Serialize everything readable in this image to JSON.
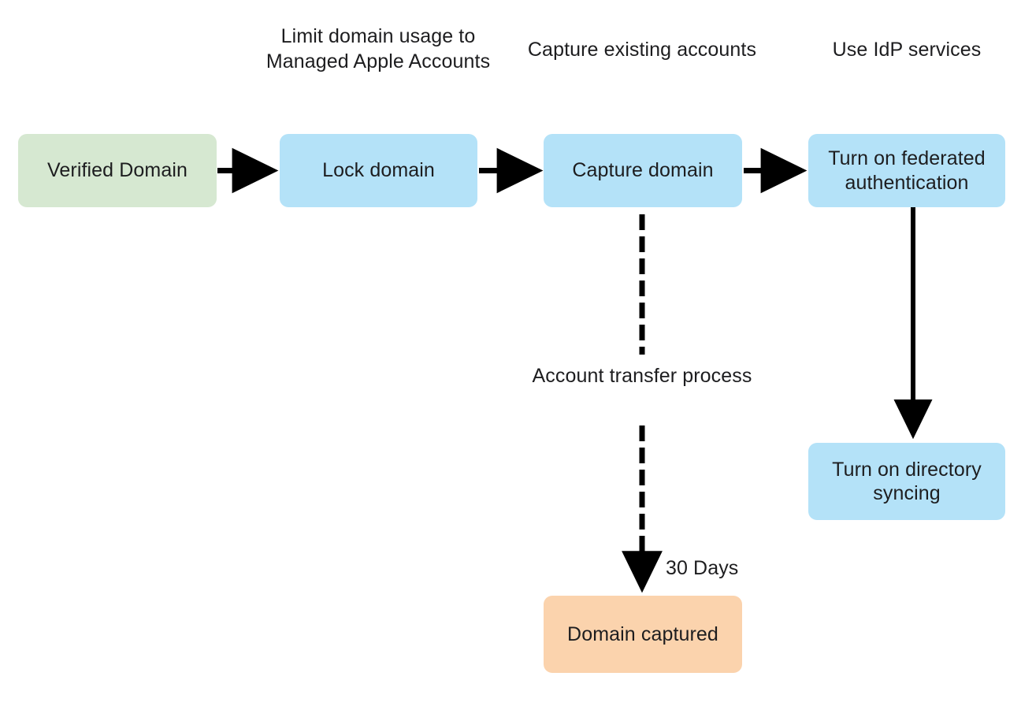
{
  "diagram": {
    "title": "Managed Apple Account domain capture flow",
    "background": "#ffffff",
    "colors": {
      "green": "#d6e8d1",
      "blue": "#b4e2f8",
      "orange": "#fbd3ad",
      "stroke": "#000000",
      "text": "#1d1d1f"
    },
    "nodes": [
      {
        "id": "verified-domain",
        "label": "Verified Domain",
        "color": "#d6e8d1"
      },
      {
        "id": "lock-domain",
        "label": "Lock domain",
        "color": "#b4e2f8"
      },
      {
        "id": "capture-domain",
        "label": "Capture domain",
        "color": "#b4e2f8"
      },
      {
        "id": "federated-auth",
        "label": "Turn on federated authentication",
        "color": "#b4e2f8"
      },
      {
        "id": "directory-sync",
        "label": "Turn on directory syncing",
        "color": "#b4e2f8"
      },
      {
        "id": "domain-captured",
        "label": "Domain captured",
        "color": "#fbd3ad"
      }
    ],
    "captions": [
      {
        "id": "lock-domain",
        "text": "Limit domain usage to Managed Apple Accounts"
      },
      {
        "id": "capture-domain",
        "text": "Capture existing accounts"
      },
      {
        "id": "federated-auth",
        "text": "Use IdP services"
      },
      {
        "id": "transfer",
        "text": "Account transfer process"
      }
    ],
    "edge_labels": [
      {
        "id": "thirty-days",
        "text": "30 Days"
      }
    ],
    "edges": [
      {
        "from": "verified-domain",
        "to": "lock-domain",
        "style": "solid",
        "direction": "right"
      },
      {
        "from": "lock-domain",
        "to": "capture-domain",
        "style": "solid",
        "direction": "right"
      },
      {
        "from": "capture-domain",
        "to": "federated-auth",
        "style": "solid",
        "direction": "right"
      },
      {
        "from": "federated-auth",
        "to": "directory-sync",
        "style": "solid",
        "direction": "down"
      },
      {
        "from": "capture-domain",
        "to": "domain-captured",
        "style": "dashed",
        "direction": "down",
        "label": "30 Days"
      }
    ]
  }
}
